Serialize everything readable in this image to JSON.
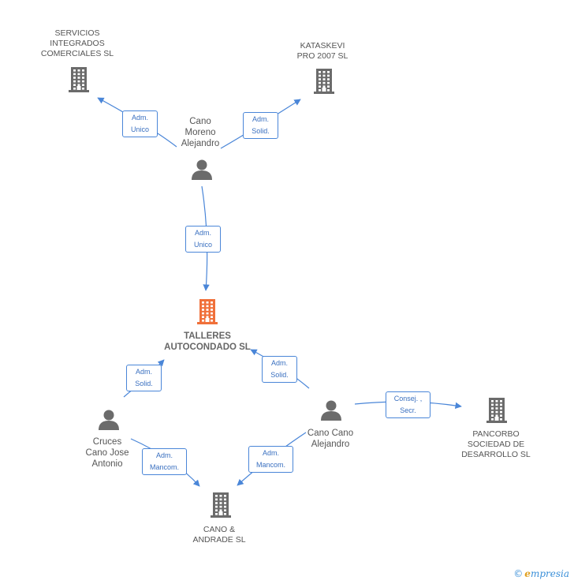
{
  "colors": {
    "edge": "#4a86d8",
    "company": "#6b6b6b",
    "focus": "#f0703a",
    "person": "#6b6b6b"
  },
  "nodes": {
    "servicios": {
      "label_lines": [
        "SERVICIOS",
        "INTEGRADOS",
        "COMERCIALES SL"
      ],
      "icon": "building-icon"
    },
    "kataskevi": {
      "label_lines": [
        "KATASKEVI",
        "PRO 2007 SL"
      ],
      "icon": "building-icon"
    },
    "cano_moreno": {
      "label_lines": [
        "Cano",
        "Moreno",
        "Alejandro"
      ],
      "icon": "person-icon"
    },
    "talleres": {
      "label_lines": [
        "TALLERES",
        "AUTOCONDADO SL"
      ],
      "icon": "building-icon"
    },
    "cruces": {
      "label_lines": [
        "Cruces",
        "Cano Jose",
        "Antonio"
      ],
      "icon": "person-icon"
    },
    "cano_cano": {
      "label_lines": [
        "Cano Cano",
        "Alejandro"
      ],
      "icon": "person-icon"
    },
    "pancorbo": {
      "label_lines": [
        "PANCORBO",
        "SOCIEDAD DE",
        "DESARROLLO SL"
      ],
      "icon": "building-icon"
    },
    "cano_andrade": {
      "label_lines": [
        "CANO &",
        "ANDRADE SL"
      ],
      "icon": "building-icon"
    }
  },
  "edges": [
    {
      "from": "cano_moreno",
      "to": "servicios",
      "label_lines": [
        "Adm.",
        "Unico"
      ]
    },
    {
      "from": "cano_moreno",
      "to": "kataskevi",
      "label_lines": [
        "Adm.",
        "Solid."
      ]
    },
    {
      "from": "cano_moreno",
      "to": "talleres",
      "label_lines": [
        "Adm.",
        "Unico"
      ]
    },
    {
      "from": "cruces",
      "to": "talleres",
      "label_lines": [
        "Adm.",
        "Solid."
      ]
    },
    {
      "from": "cano_cano",
      "to": "talleres",
      "label_lines": [
        "Adm.",
        "Solid."
      ]
    },
    {
      "from": "cano_cano",
      "to": "pancorbo",
      "label_lines": [
        "Consej. ,",
        "Secr."
      ]
    },
    {
      "from": "cruces",
      "to": "cano_andrade",
      "label_lines": [
        "Adm.",
        "Mancom."
      ]
    },
    {
      "from": "cano_cano",
      "to": "cano_andrade",
      "label_lines": [
        "Adm.",
        "Mancom."
      ]
    }
  ],
  "footer": {
    "copyright": "©",
    "brand_initial": "e",
    "brand_rest": "mpresia"
  }
}
